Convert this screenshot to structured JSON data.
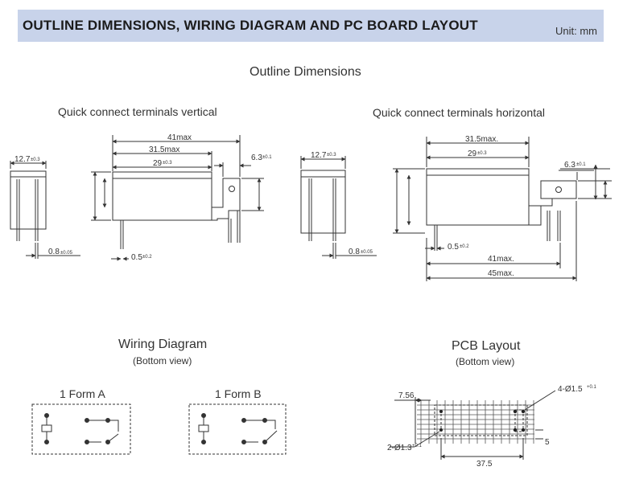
{
  "header": {
    "title": "OUTLINE DIMENSIONS, WIRING DIAGRAM AND PC BOARD LAYOUT",
    "unit": "Unit: mm"
  },
  "outline": {
    "title": "Outline Dimensions",
    "vertical": {
      "title": "Quick connect terminals vertical",
      "dims": {
        "w41": "41max",
        "w315": "31.5max",
        "w29": "29",
        "tol29": "±0.3",
        "d63": "6.3",
        "tol63": "±0.1",
        "d127": "12.7",
        "tol127": "±0.3",
        "d08": "0.8",
        "tol08": "±0.05",
        "d05": "0.5",
        "tol05": "±0.2"
      }
    },
    "horizontal": {
      "title": "Quick connect terminals horizontal",
      "dims": {
        "w315": "31.5max.",
        "w29": "29",
        "tol29": "±0.3",
        "d63": "6.3",
        "tol63": "±0.1",
        "d127": "12.7",
        "tol127": "±0.3",
        "d08": "0.8",
        "tol08": "±0.05",
        "d05": "0.5",
        "tol05": "±0.2",
        "w41": "41max.",
        "w45": "45max."
      }
    }
  },
  "wiring": {
    "title": "Wiring Diagram",
    "subtitle": "(Bottom view)",
    "form_a": "1 Form A",
    "form_b": "1 Form B"
  },
  "pcb": {
    "title": "PCB Layout",
    "subtitle": "(Bottom view)",
    "d756": "7.56",
    "hole4": "4-Ø1.5",
    "hole4_tol": "+0.1",
    "hole2": "2-Ø1.3",
    "hole2_tol": "+0.1",
    "d375": "37.5",
    "d5": "5"
  }
}
